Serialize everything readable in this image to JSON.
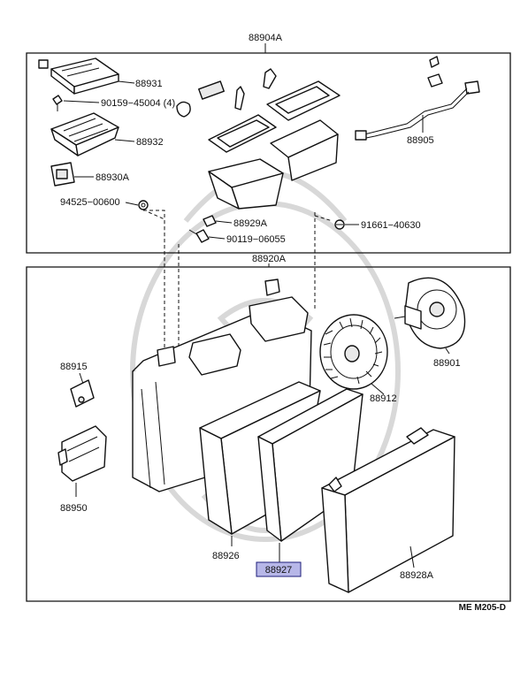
{
  "assembly_labels": {
    "upper_unit": "88904A",
    "lower_unit": "88920A"
  },
  "parts": {
    "p88931": "88931",
    "p90159": "90159−45004 (4)",
    "p88932": "88932",
    "p88930A": "88930A",
    "p94525": "94525−00600",
    "p88929A": "88929A",
    "p90119": "90119−06055",
    "p91661": "91661−40630",
    "p88905": "88905",
    "p88915": "88915",
    "p88950": "88950",
    "p88901": "88901",
    "p88912": "88912",
    "p88926": "88926",
    "p88927": "88927",
    "p88928A": "88928A"
  },
  "highlighted_part": "88927",
  "diagram_code": "ME M205-D",
  "colors": {
    "highlight_fill": "#b7b7e8",
    "highlight_border": "#1d1d7a",
    "line": "#111111"
  }
}
